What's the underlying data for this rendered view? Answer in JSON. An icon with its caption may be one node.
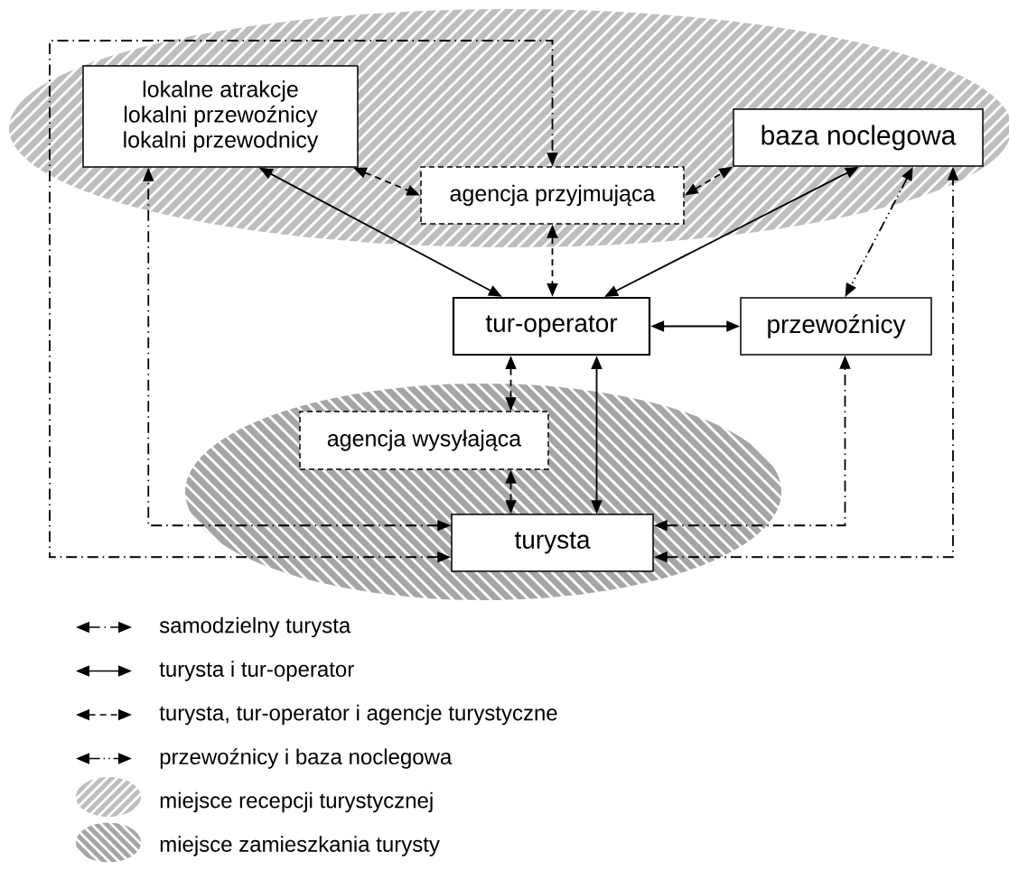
{
  "diagram": {
    "nodes": [
      {
        "text": [
          "lokalne atrakcje",
          "lokalni przewoźnicy",
          "lokalni przewodnicy"
        ]
      },
      {
        "text": [
          "agencja przyjmująca"
        ]
      },
      {
        "text": [
          "baza noclegowa"
        ]
      },
      {
        "text": [
          "tur-operator"
        ]
      },
      {
        "text": [
          "przewoźnicy"
        ]
      },
      {
        "text": [
          "agencja wysyłająca"
        ]
      },
      {
        "text": [
          "turysta"
        ]
      }
    ],
    "edges": [
      {
        "from": 0,
        "to": 1,
        "arrow": "both",
        "style": "dashed"
      },
      {
        "from": 0,
        "to": 3,
        "arrow": "both"
      },
      {
        "from": 1,
        "to": 2,
        "arrow": "both",
        "style": "dashed"
      },
      {
        "from": 2,
        "to": 3,
        "arrow": "both"
      },
      {
        "from": 1,
        "to": 3,
        "arrow": "both",
        "style": "dashed"
      },
      {
        "from": 3,
        "to": 4,
        "arrow": "both"
      },
      {
        "from": 2,
        "to": 4,
        "arrow": "both",
        "style": "dashed"
      },
      {
        "from": 3,
        "to": 5,
        "arrow": "both",
        "style": "dashed"
      },
      {
        "from": 5,
        "to": 6,
        "arrow": "both",
        "style": "dashed"
      },
      {
        "from": 3,
        "to": 6,
        "arrow": "both"
      },
      {
        "from": 6,
        "to": 0,
        "arrow": "both",
        "style": "dashed"
      },
      {
        "from": 6,
        "to": 1,
        "arrow": "both",
        "style": "dashed"
      },
      {
        "from": 6,
        "to": 4,
        "arrow": "both",
        "style": "dashed"
      },
      {
        "from": 6,
        "to": 2,
        "arrow": "both",
        "style": "dashed"
      }
    ],
    "legend": [
      {
        "text": "samodzielny turysta"
      },
      {
        "text": "turysta i tur-operator"
      },
      {
        "text": "turysta, tur-operator i agencje turystyczne"
      },
      {
        "text": "przewoźnicy i baza noclegowa"
      },
      {
        "text": "miejsce recepcji turystycznej"
      },
      {
        "text": "miejsce zamieszkania turysty"
      }
    ]
  }
}
